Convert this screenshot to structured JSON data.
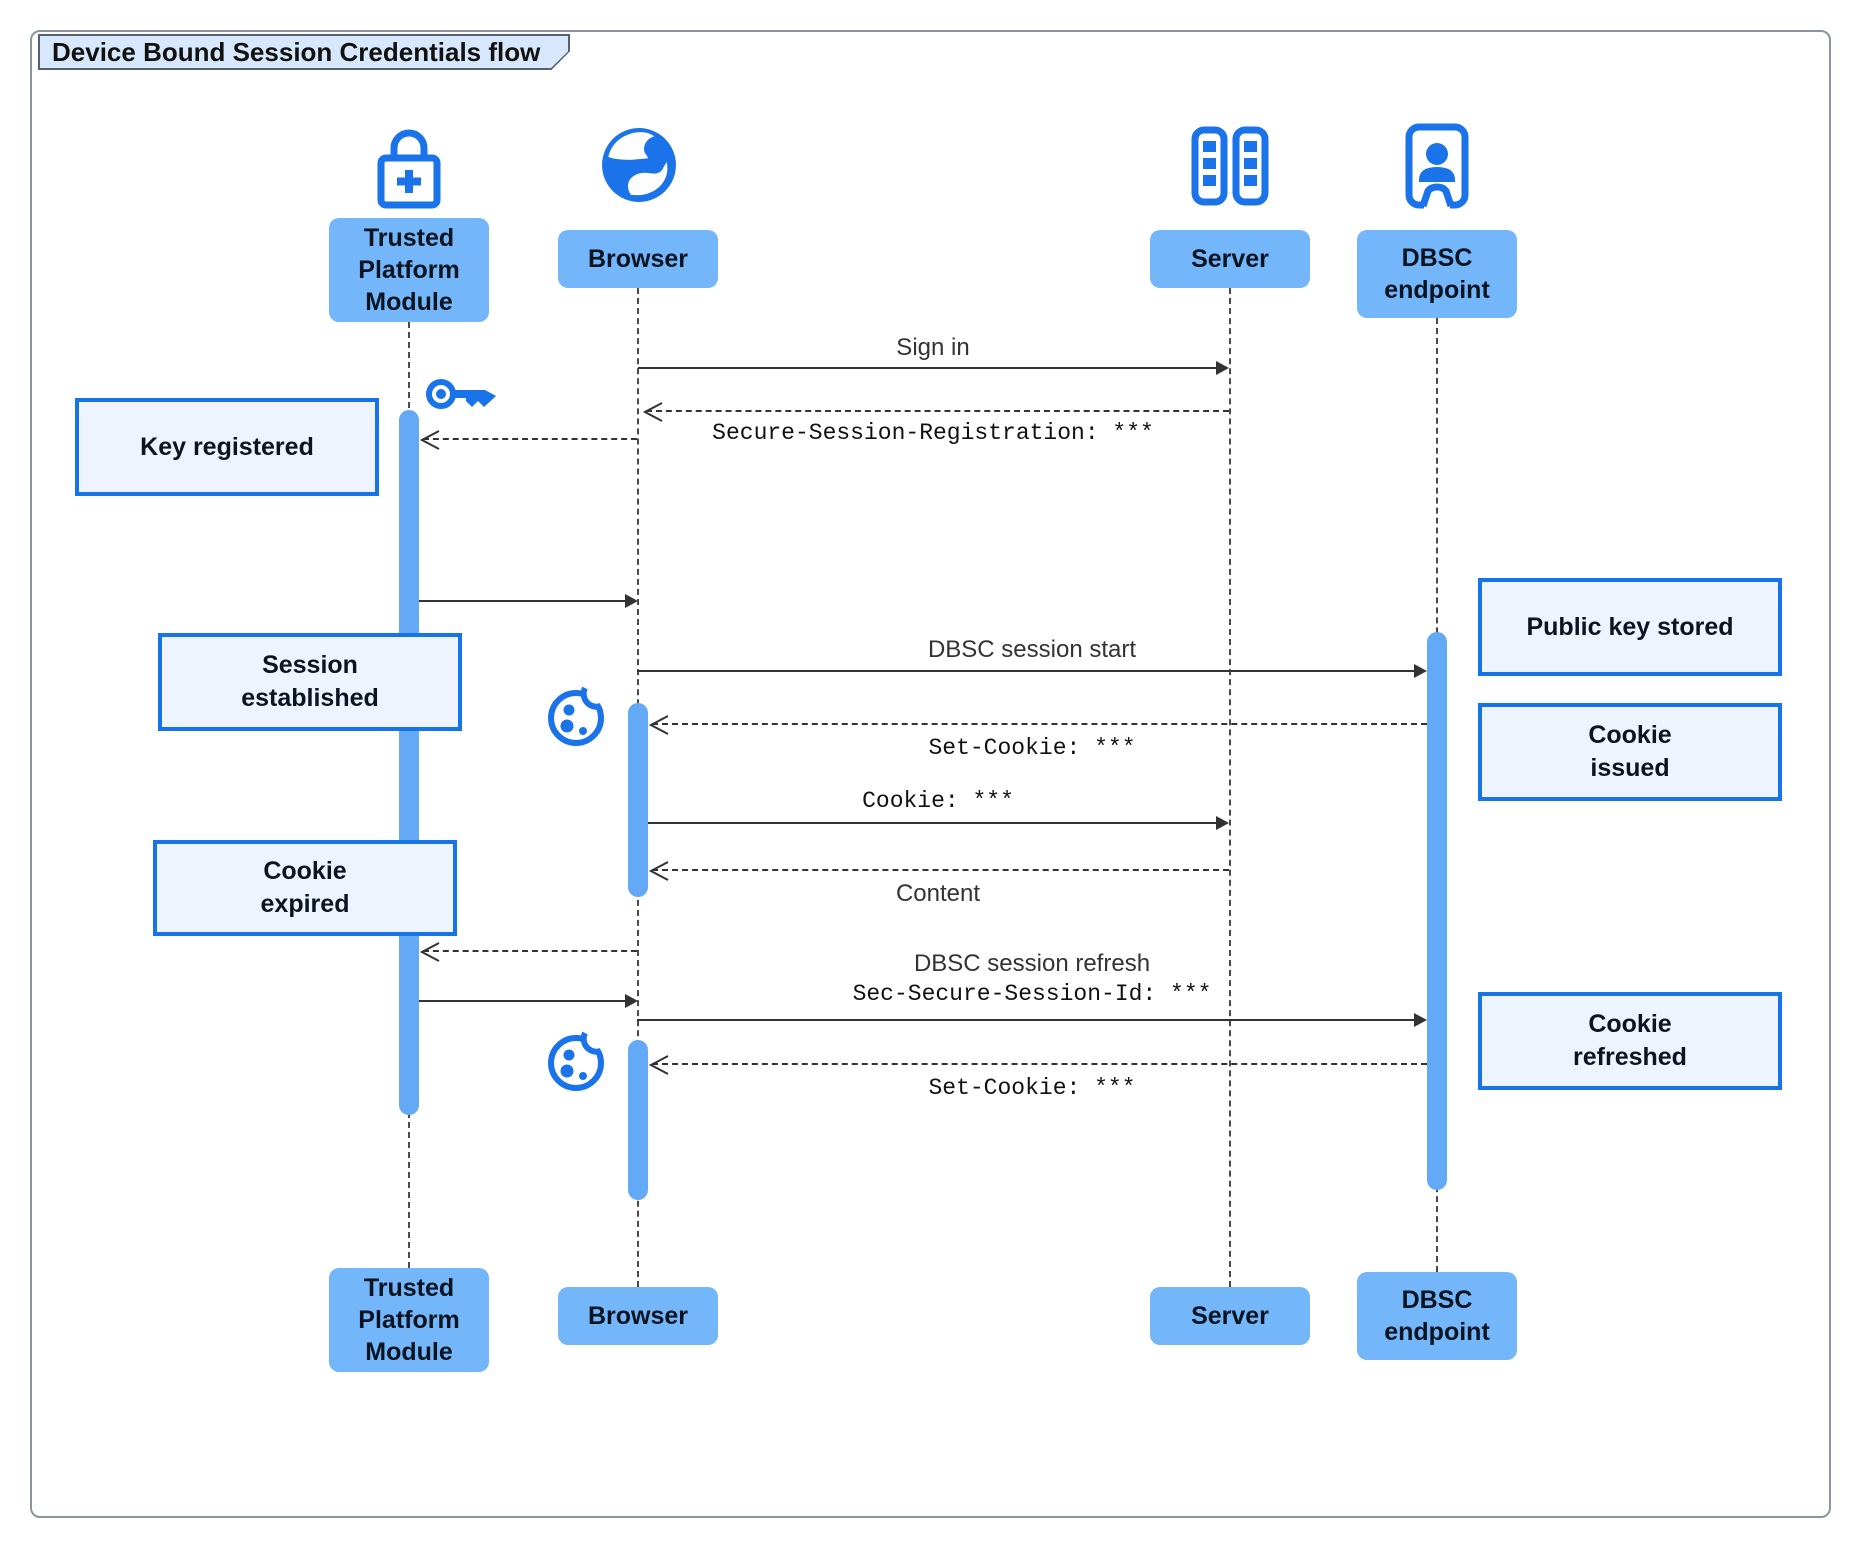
{
  "title": "Device Bound Session Credentials flow",
  "actors": {
    "tpm": {
      "label": "Trusted\nPlatform\nModule",
      "icon": "lock-plus-icon"
    },
    "browser": {
      "label": "Browser",
      "icon": "globe-icon"
    },
    "server": {
      "label": "Server",
      "icon": "server-rack-icon"
    },
    "dbsc": {
      "label": "DBSC\nendpoint",
      "icon": "person-door-icon"
    }
  },
  "messages": {
    "sign_in": "Sign in",
    "secure_session_registration": "Secure-Session-Registration: ***",
    "dbsc_session_start": "DBSC session start",
    "set_cookie_1": "Set-Cookie: ***",
    "cookie": "Cookie: ***",
    "content": "Content",
    "dbsc_session_refresh": "DBSC session refresh",
    "sec_secure_session_id": "Sec-Secure-Session-Id: ***",
    "set_cookie_2": "Set-Cookie: ***"
  },
  "notes": {
    "key_registered": "Key registered",
    "session_established": "Session\nestablished",
    "cookie_expired": "Cookie\nexpired",
    "public_key_stored": "Public key stored",
    "cookie_issued": "Cookie\nissued",
    "cookie_refreshed": "Cookie\nrefreshed"
  },
  "colors": {
    "accent_blue": "#1a73e8",
    "actor_label_fill": "#74b6fa",
    "activation_fill": "#64a9f5",
    "note_fill": "#edf4fd",
    "note_border": "#1673e8",
    "title_fill": "#d8e8fc",
    "arrow_color": "#333333"
  }
}
